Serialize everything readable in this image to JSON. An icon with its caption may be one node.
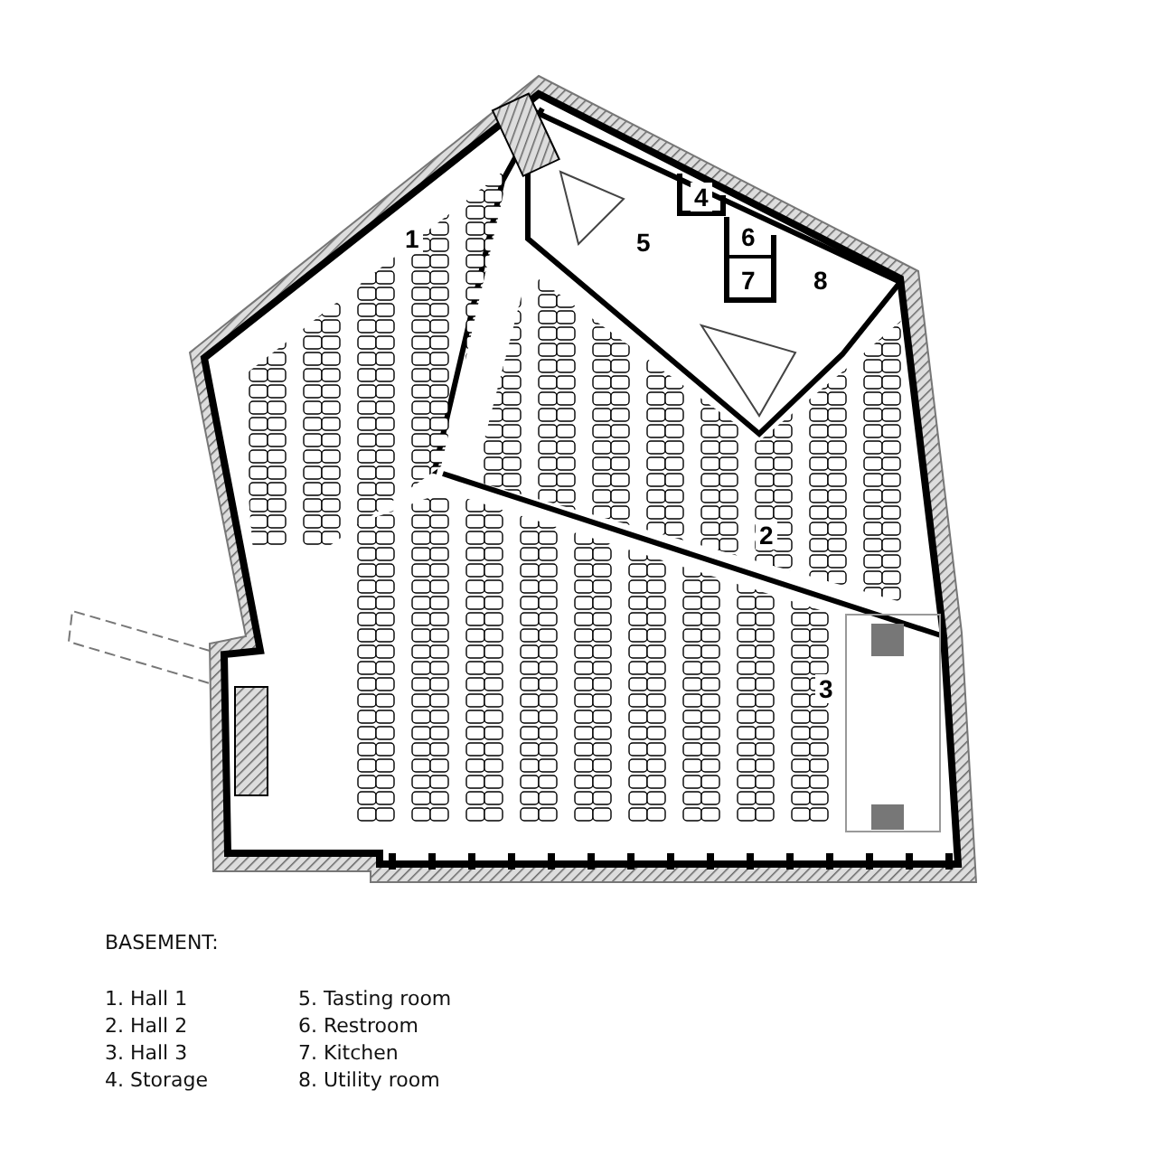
{
  "diagram": {
    "title": "BASEMENT:",
    "labels": [
      "4",
      "1",
      "5",
      "6",
      "7",
      "8",
      "2",
      "3",
      "1. Hall 1",
      "5. Tasting room",
      "2. Hall 2",
      "6. Restroom",
      "3. Hall 3",
      "7. Kitchen",
      "4. Storage",
      "8. Utility room"
    ]
  }
}
